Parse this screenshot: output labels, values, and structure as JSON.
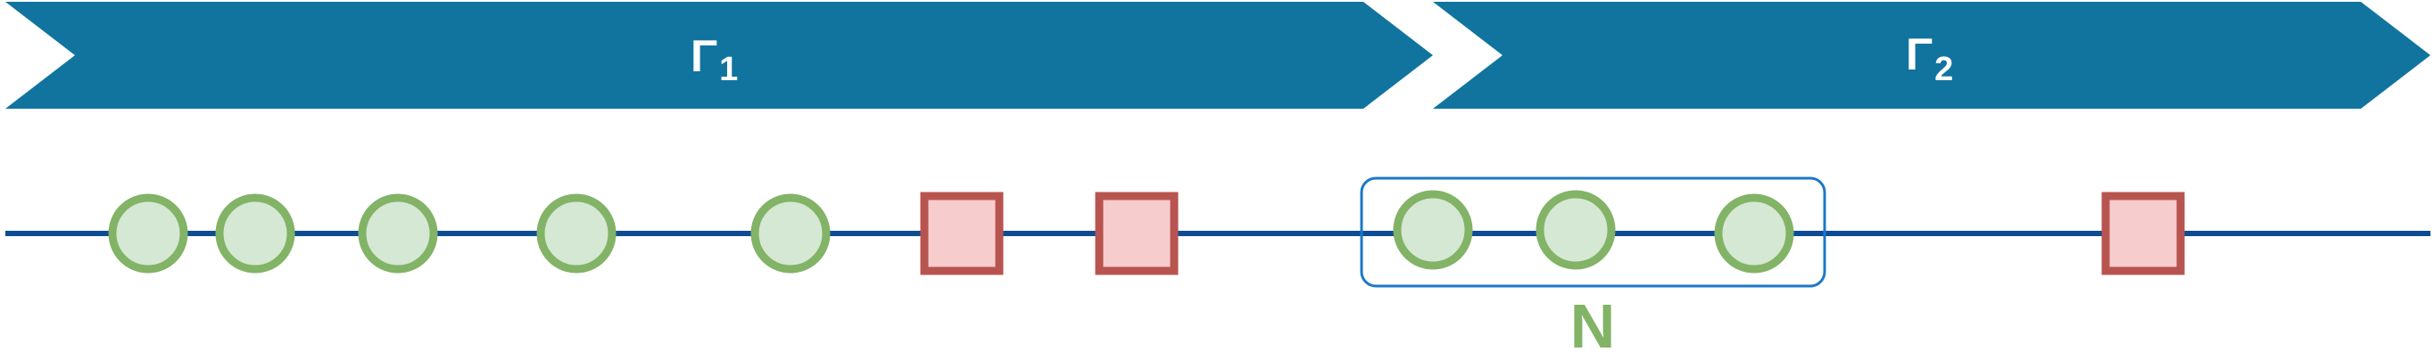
{
  "phases": [
    {
      "id": "gamma-1",
      "symbol": "Γ",
      "subscript": "1"
    },
    {
      "id": "gamma-2",
      "symbol": "Γ",
      "subscript": "2"
    }
  ],
  "timeline": {
    "events": [
      {
        "type": "circle"
      },
      {
        "type": "circle"
      },
      {
        "type": "circle"
      },
      {
        "type": "circle"
      },
      {
        "type": "circle"
      },
      {
        "type": "square"
      },
      {
        "type": "square"
      },
      {
        "type": "circle",
        "grouped": true
      },
      {
        "type": "circle",
        "grouped": true
      },
      {
        "type": "circle",
        "grouped": true
      },
      {
        "type": "square"
      }
    ]
  },
  "group": {
    "label": "N"
  },
  "colors": {
    "phase_fill": "#11749f",
    "phase_text": "#ffffff",
    "timeline_line": "#0d4c94",
    "circle_fill": "#d4e8d3",
    "circle_stroke": "#82b366",
    "square_fill": "#f6cccc",
    "square_stroke": "#b85450",
    "group_stroke": "#1b78c8",
    "group_label": "#82b366"
  }
}
